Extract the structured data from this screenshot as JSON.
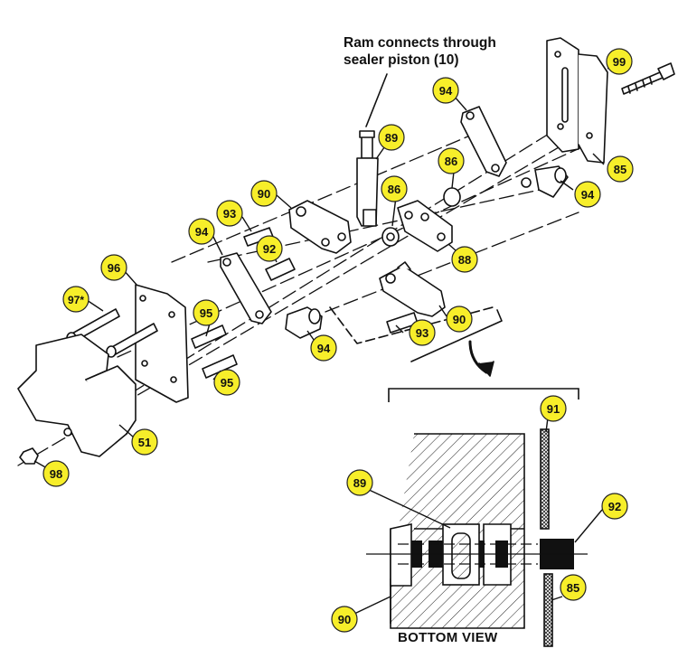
{
  "annotation": {
    "line1": "Ram connects through",
    "line2": "sealer piston (10)"
  },
  "bottom_view_caption": "BOTTOM VIEW",
  "colors": {
    "badge_fill": "#f7ee2a",
    "badge_stroke": "#222222",
    "line": "#111111",
    "solid_part": "#111111"
  },
  "callouts": {
    "c99": "99",
    "c94_top": "94",
    "c89_top": "89",
    "c85_top": "85",
    "c86_a": "86",
    "c86_b": "86",
    "c90_a": "90",
    "c93_a": "93",
    "c94_right": "94",
    "c94_left": "94",
    "c92_top": "92",
    "c88": "88",
    "c96": "96",
    "c97": "97*",
    "c95_a": "95",
    "c90_b": "90",
    "c93_b": "93",
    "c94_bottom": "94",
    "c95_b": "95",
    "c51": "51",
    "c98": "98",
    "c91": "91",
    "c89_bottom": "89",
    "c92_bottom": "92",
    "c85_bottom": "85",
    "c90_bottom": "90"
  }
}
